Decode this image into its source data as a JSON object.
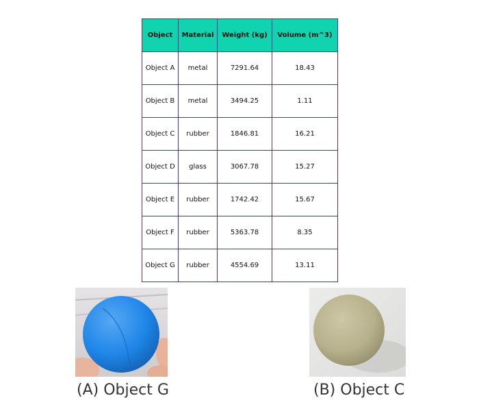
{
  "table": {
    "headers": [
      "Object",
      "Material",
      "Weight (kg)",
      "Volume (m^3)"
    ],
    "rows": [
      [
        "Object A",
        "metal",
        "7291.64",
        "18.43"
      ],
      [
        "Object B",
        "metal",
        "3494.25",
        "1.11"
      ],
      [
        "Object C",
        "rubber",
        "1846.81",
        "16.21"
      ],
      [
        "Object D",
        "glass",
        "3067.78",
        "15.27"
      ],
      [
        "Object E",
        "rubber",
        "1742.42",
        "15.67"
      ],
      [
        "Object F",
        "rubber",
        "5363.78",
        "8.35"
      ],
      [
        "Object G",
        "rubber",
        "4554.69",
        "13.11"
      ]
    ]
  },
  "images": [
    {
      "caption": "(A) Object G",
      "ball_color": "#1f86e8",
      "background": "#d9d6d8"
    },
    {
      "caption": "(B) Object C",
      "ball_color": "#b7b08c",
      "background": "#e3e3e1"
    }
  ]
}
